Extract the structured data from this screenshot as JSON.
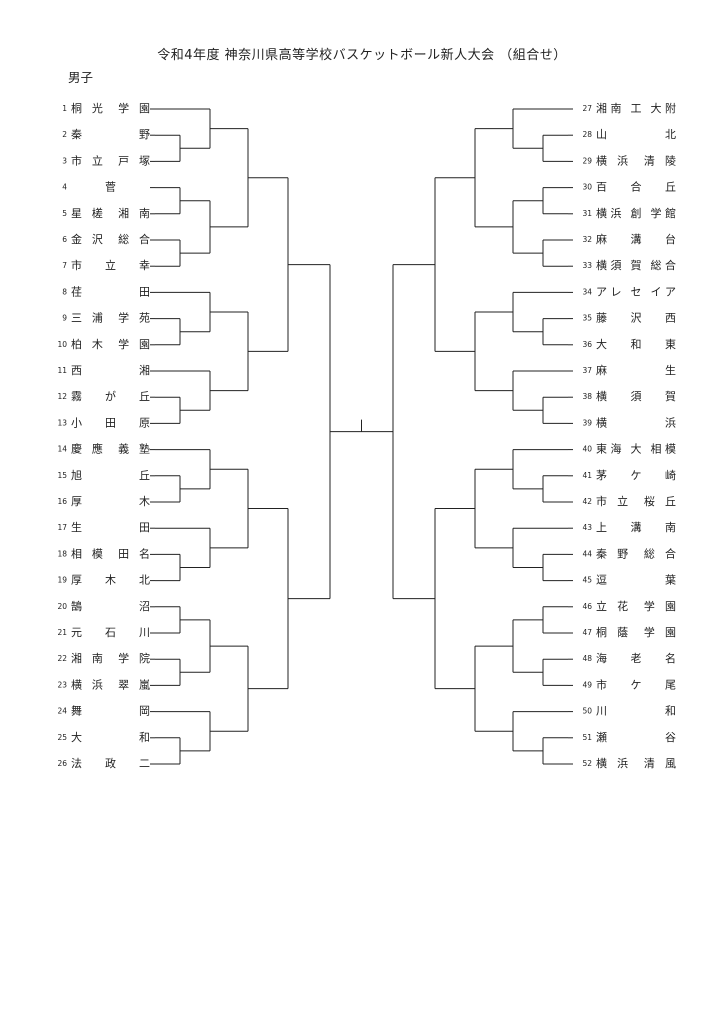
{
  "title": "令和4年度  神奈川県高等学校バスケットボール新人大会 （組合せ）",
  "division": "男子",
  "bracket": {
    "left": [
      {
        "seed": "1",
        "name": "桐光学園"
      },
      {
        "seed": "2",
        "name": "秦野"
      },
      {
        "seed": "3",
        "name": "市立戸塚"
      },
      {
        "seed": "4",
        "name": "菅"
      },
      {
        "seed": "5",
        "name": "星槎湘南"
      },
      {
        "seed": "6",
        "name": "金沢総合"
      },
      {
        "seed": "7",
        "name": "市立幸"
      },
      {
        "seed": "8",
        "name": "荏田"
      },
      {
        "seed": "9",
        "name": "三浦学苑"
      },
      {
        "seed": "10",
        "name": "柏木学園"
      },
      {
        "seed": "11",
        "name": "西湘"
      },
      {
        "seed": "12",
        "name": "霧が丘"
      },
      {
        "seed": "13",
        "name": "小田原"
      },
      {
        "seed": "14",
        "name": "慶應義塾"
      },
      {
        "seed": "15",
        "name": "旭丘"
      },
      {
        "seed": "16",
        "name": "厚木"
      },
      {
        "seed": "17",
        "name": "生田"
      },
      {
        "seed": "18",
        "name": "相模田名"
      },
      {
        "seed": "19",
        "name": "厚木北"
      },
      {
        "seed": "20",
        "name": "鵠沼"
      },
      {
        "seed": "21",
        "name": "元石川"
      },
      {
        "seed": "22",
        "name": "湘南学院"
      },
      {
        "seed": "23",
        "name": "横浜翠嵐"
      },
      {
        "seed": "24",
        "name": "舞岡"
      },
      {
        "seed": "25",
        "name": "大和"
      },
      {
        "seed": "26",
        "name": "法政二"
      }
    ],
    "right": [
      {
        "seed": "27",
        "name": "湘南工大附"
      },
      {
        "seed": "28",
        "name": "山北"
      },
      {
        "seed": "29",
        "name": "横浜清陵"
      },
      {
        "seed": "30",
        "name": "百合丘"
      },
      {
        "seed": "31",
        "name": "横浜創学館"
      },
      {
        "seed": "32",
        "name": "麻溝台"
      },
      {
        "seed": "33",
        "name": "横須賀総合"
      },
      {
        "seed": "34",
        "name": "アレセイア"
      },
      {
        "seed": "35",
        "name": "藤沢西"
      },
      {
        "seed": "36",
        "name": "大和東"
      },
      {
        "seed": "37",
        "name": "麻生"
      },
      {
        "seed": "38",
        "name": "横須賀"
      },
      {
        "seed": "39",
        "name": "横浜"
      },
      {
        "seed": "40",
        "name": "東海大相模"
      },
      {
        "seed": "41",
        "name": "茅ケ崎"
      },
      {
        "seed": "42",
        "name": "市立桜丘"
      },
      {
        "seed": "43",
        "name": "上溝南"
      },
      {
        "seed": "44",
        "name": "秦野総合"
      },
      {
        "seed": "45",
        "name": "逗葉"
      },
      {
        "seed": "46",
        "name": "立花学園"
      },
      {
        "seed": "47",
        "name": "桐蔭学園"
      },
      {
        "seed": "48",
        "name": "海老名"
      },
      {
        "seed": "49",
        "name": "市ケ尾"
      },
      {
        "seed": "50",
        "name": "川和"
      },
      {
        "seed": "51",
        "name": "瀬谷"
      },
      {
        "seed": "52",
        "name": "横浜清風"
      }
    ]
  }
}
